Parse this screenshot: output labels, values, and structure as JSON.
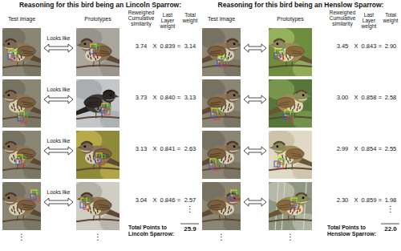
{
  "diagram": {
    "labels": [
      "Reasoning for this bird being an Lincoln Sparrow:",
      "Test Image",
      "Prototypes",
      "Reweighed Cumulative similarity",
      "Last Layer weight",
      "Total weight",
      "Looks like",
      "3.74",
      "X",
      "0.839",
      "=",
      "3.14",
      "Looks like",
      "3.73",
      "X",
      "0.840",
      "=",
      "3.13",
      "Looks like",
      "3.13",
      "X",
      "0.841",
      "=",
      "2.63",
      "Looks like",
      "3.04",
      "X",
      "0.846",
      "=",
      "2.57",
      "⋮",
      "⋮",
      "⋮",
      "Total Points to Lincoln Sparrow:",
      "25.9",
      "Reasoning for this bird being an Henslow Sparrow:",
      "Test Image",
      "Prototypes",
      "Reweighed Cumulative similarity",
      "Last Layer weight",
      "Total weight",
      "3.45",
      "X",
      "0.843",
      "=",
      "2.90",
      "3.00",
      "X",
      "0.858",
      "=",
      "2.58",
      "2.99",
      "X",
      "0.854",
      "=",
      "2.55",
      "2.30",
      "X",
      "0.859",
      "=",
      "1.98",
      "⋮",
      "⋮",
      "⋮",
      "Total Points to Henslow Sparrow:",
      "22.0"
    ]
  }
}
